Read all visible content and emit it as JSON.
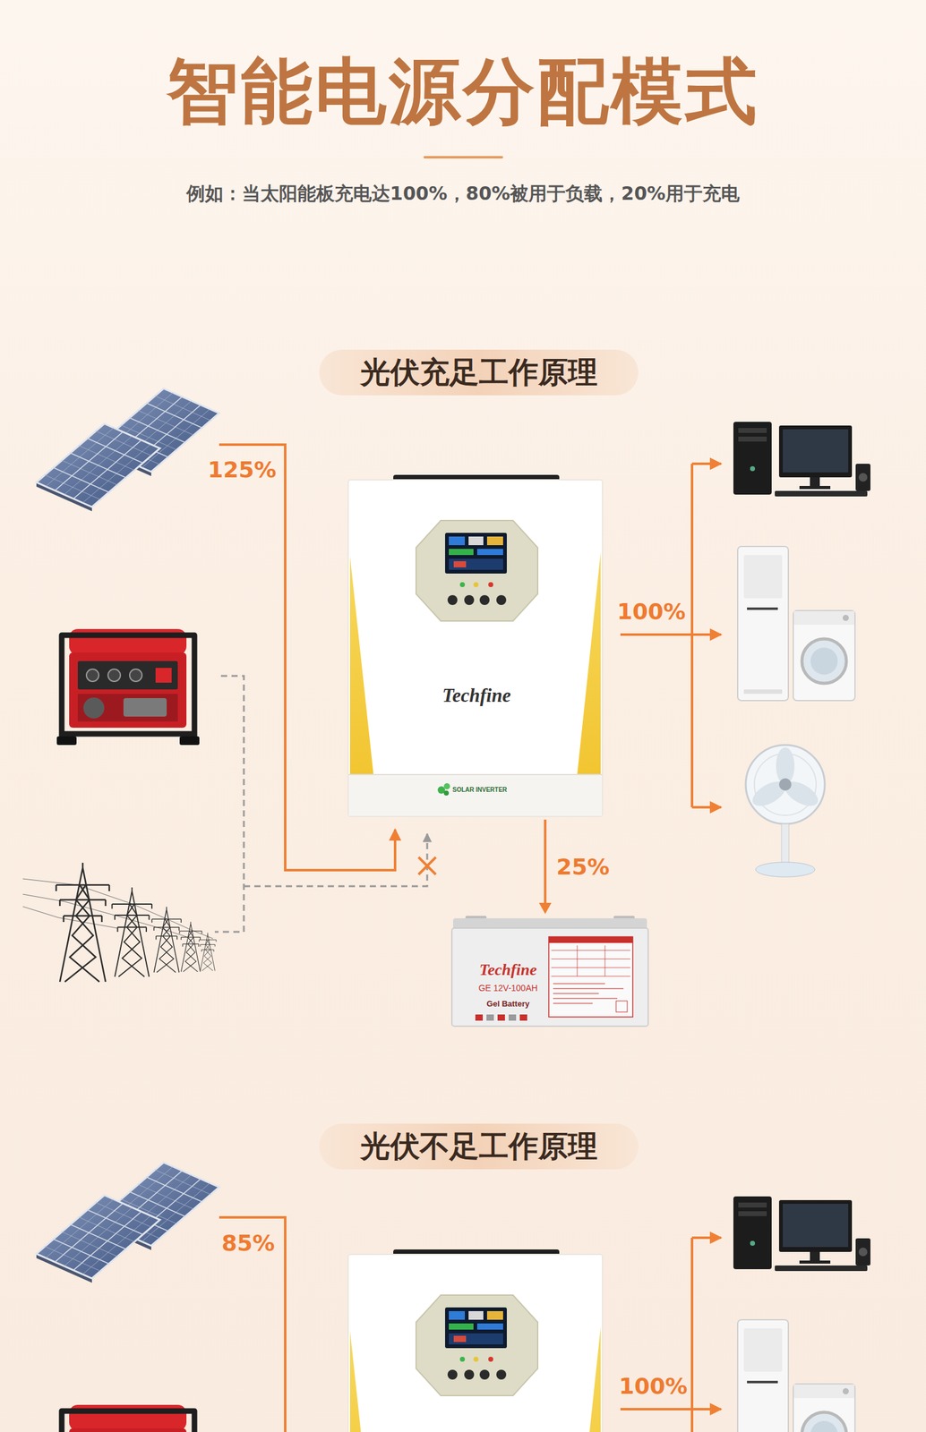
{
  "diagram": {
    "title": "智能电源分配模式",
    "nodes": [
      {
        "text": [
          "光伏充足工作原理"
        ]
      },
      {
        "text": [
          "Techfine",
          "SOLAR INVERTER"
        ]
      },
      {
        "text": [
          "Techfine",
          "GE 12V-100AH",
          "Gel Battery"
        ]
      },
      {
        "text": [
          "光伏不足工作原理"
        ]
      }
    ],
    "edges": [
      {
        "from": 1,
        "to": 2,
        "arrow": "to",
        "label": "25%"
      }
    ],
    "labels": [
      "例如：当太阳能板充电达100%，80%被用于负载，20%用于充电",
      "125%",
      "100%",
      "85%",
      "100%"
    ]
  }
}
